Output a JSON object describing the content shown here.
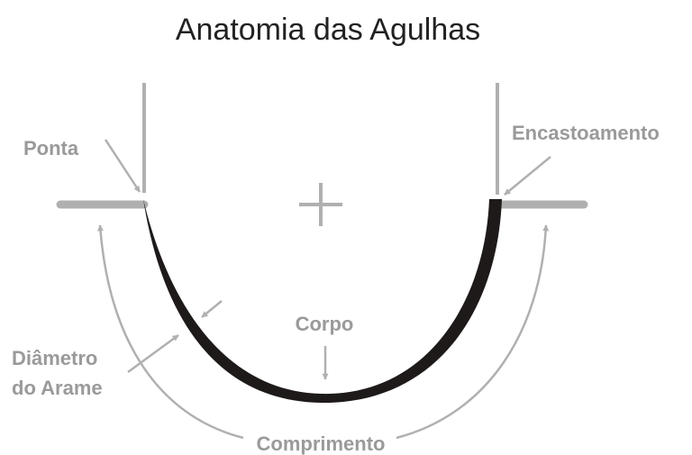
{
  "title": "Anatomia das Agulhas",
  "labels": {
    "ponta": "Ponta",
    "encastoamento": "Encastoamento",
    "corpo": "Corpo",
    "diametro_line1": "Diâmetro",
    "diametro_line2": "do Arame",
    "comprimento": "Comprimento"
  },
  "colors": {
    "needle": "#1e1a1a",
    "guide": "#b0b0b0",
    "label": "#9a9a9a",
    "title": "#222222"
  }
}
